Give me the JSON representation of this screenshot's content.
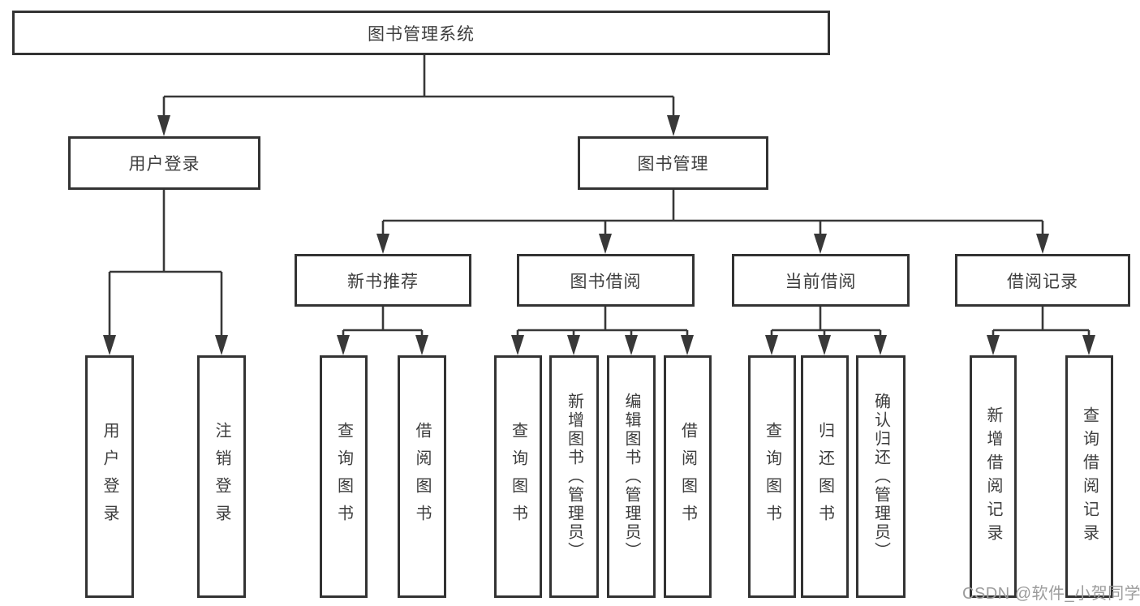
{
  "diagram": {
    "root": {
      "label": "图书管理系统"
    },
    "branches": [
      {
        "label": "用户登录",
        "children": [
          {
            "label": "用户登录"
          },
          {
            "label": "注销登录"
          }
        ]
      },
      {
        "label": "图书管理",
        "children": [
          {
            "label": "新书推荐",
            "children": [
              {
                "label": "查询图书"
              },
              {
                "label": "借阅图书"
              }
            ]
          },
          {
            "label": "图书借阅",
            "children": [
              {
                "label": "查询图书"
              },
              {
                "label": "新增图书（管理员）"
              },
              {
                "label": "编辑图书（管理员）"
              },
              {
                "label": "借阅图书"
              }
            ]
          },
          {
            "label": "当前借阅",
            "children": [
              {
                "label": "查询图书"
              },
              {
                "label": "归还图书"
              },
              {
                "label": "确认归还（管理员）"
              }
            ]
          },
          {
            "label": "借阅记录",
            "children": [
              {
                "label": "新增借阅记录"
              },
              {
                "label": "查询借阅记录"
              }
            ]
          }
        ]
      }
    ]
  },
  "watermark": "CSDN @软件_小贺同学",
  "colors": {
    "line": "#383838",
    "box_border": "#333333",
    "text": "#3d3d3d",
    "watermark": "#9c9c9c",
    "background": "#ffffff"
  }
}
